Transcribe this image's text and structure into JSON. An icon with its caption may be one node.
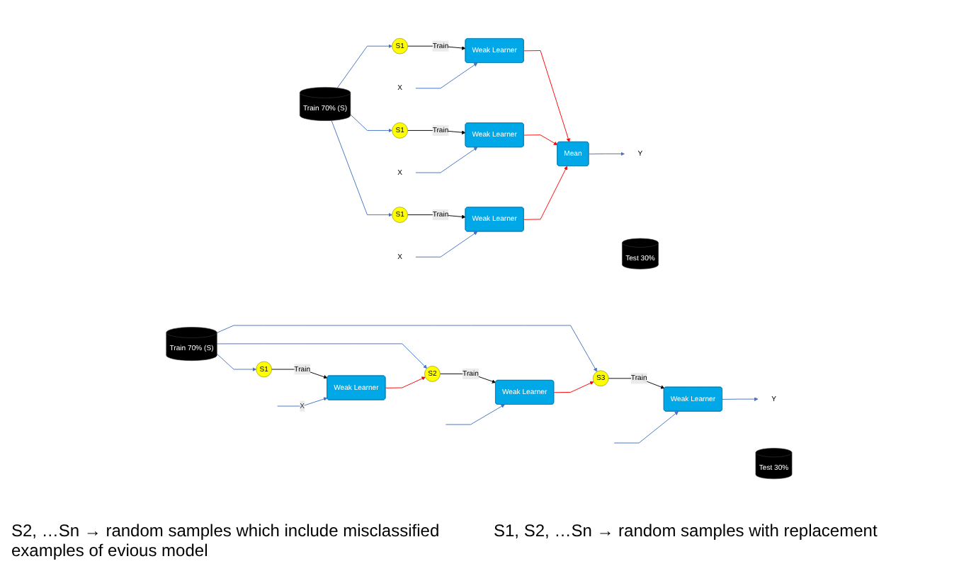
{
  "diagram": {
    "nodes": [
      {
        "text": [
          "Train 70% (S)"
        ]
      },
      {
        "text": [
          "Test 30%"
        ]
      },
      {
        "text": [
          "S1"
        ]
      },
      {
        "text": [
          "S2"
        ]
      },
      {
        "text": [
          "S3"
        ]
      },
      {
        "text": [
          "Weak Learner"
        ]
      },
      {
        "text": [
          "Weak Learner"
        ]
      },
      {
        "text": [
          "Weak Learner"
        ]
      },
      {
        "text": [
          "Y"
        ]
      },
      {
        "text": [
          "Train 70% (S)"
        ]
      },
      {
        "text": [
          "Test 30%"
        ]
      },
      {
        "text": [
          "S1"
        ]
      },
      {
        "text": [
          "S1"
        ]
      },
      {
        "text": [
          "S1"
        ]
      },
      {
        "text": [
          "X"
        ]
      },
      {
        "text": [
          "Weak Learner"
        ]
      },
      {
        "text": [
          "X"
        ]
      },
      {
        "text": [
          "Weak Learner"
        ]
      },
      {
        "text": [
          "X"
        ]
      },
      {
        "text": [
          "Weak Learner"
        ]
      },
      {
        "text": [
          "Mean"
        ]
      },
      {
        "text": [
          "Y"
        ]
      }
    ],
    "edges": [
      {
        "from": 0,
        "to": 2,
        "arrow": "to"
      },
      {
        "from": 0,
        "to": 3,
        "arrow": "to"
      },
      {
        "from": 0,
        "to": 4,
        "arrow": "to"
      },
      {
        "from": 2,
        "to": 5,
        "arrow": "to",
        "label": "Train",
        "color": "#000000"
      },
      {
        "from": 3,
        "to": 6,
        "arrow": "to",
        "label": "Train",
        "color": "#000000"
      },
      {
        "from": 4,
        "to": 7,
        "arrow": "to",
        "label": "Train",
        "color": "#000000"
      },
      {
        "from": 5,
        "to": 3,
        "arrow": "to",
        "color": "#ff0000"
      },
      {
        "from": 6,
        "to": 4,
        "arrow": "to",
        "color": "#ff0000"
      },
      {
        "from": 7,
        "to": 8,
        "arrow": "to"
      },
      {
        "from": null,
        "to": 5,
        "arrow": "to",
        "label": "X"
      },
      {
        "from": null,
        "to": 6,
        "arrow": "to"
      },
      {
        "from": null,
        "to": 7,
        "arrow": "to"
      },
      {
        "from": 9,
        "to": 11,
        "arrow": "to"
      },
      {
        "from": 9,
        "to": 12,
        "arrow": "to"
      },
      {
        "from": 9,
        "to": 13,
        "arrow": "to"
      },
      {
        "from": 11,
        "to": 15,
        "arrow": "to",
        "label": "Train",
        "color": "#000000"
      },
      {
        "from": 12,
        "to": 17,
        "arrow": "to",
        "label": "Train",
        "color": "#000000"
      },
      {
        "from": 13,
        "to": 19,
        "arrow": "to",
        "label": "Train",
        "color": "#000000"
      },
      {
        "from": 14,
        "to": 15,
        "arrow": "to"
      },
      {
        "from": 16,
        "to": 17,
        "arrow": "to"
      },
      {
        "from": 18,
        "to": 19,
        "arrow": "to"
      },
      {
        "from": 15,
        "to": 20,
        "arrow": "to",
        "color": "#ff0000"
      },
      {
        "from": 17,
        "to": 20,
        "arrow": "to",
        "color": "#ff0000"
      },
      {
        "from": 19,
        "to": 20,
        "arrow": "to",
        "color": "#ff0000"
      },
      {
        "from": 20,
        "to": 21,
        "arrow": "to"
      }
    ],
    "labels": [
      "S2, …Sn → random samples which include misclassified examples of evious model",
      "S1, S2, …Sn → random samples with replacement"
    ]
  }
}
